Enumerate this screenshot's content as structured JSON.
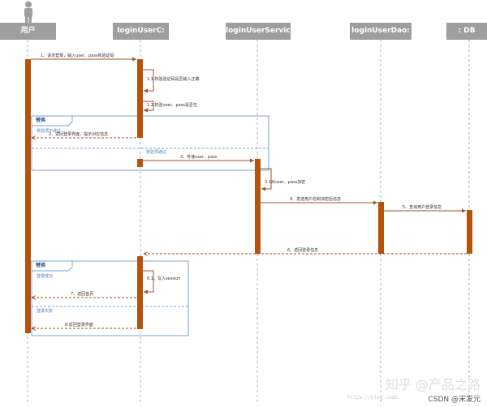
{
  "lifelines": [
    {
      "id": "user",
      "label": "用户"
    },
    {
      "id": "controller",
      "label": "loginUserC:"
    },
    {
      "id": "service",
      "label": "loginUserService:"
    },
    {
      "id": "dao",
      "label": "loginUserDao:"
    },
    {
      "id": "db",
      "label": ": DB"
    }
  ],
  "messages": [
    {
      "id": "m1",
      "label": "1、请求登录，输入user、pass和验证码"
    },
    {
      "id": "m1_1",
      "label": "1.1.校验验证码是否输入正确"
    },
    {
      "id": "m1_2",
      "label": "1.2.校验user、pass是否空"
    },
    {
      "id": "m2",
      "label": "2、返回登录界面，提示对应信息"
    },
    {
      "id": "m3",
      "label": "3、传递user、pass"
    },
    {
      "id": "m3_1",
      "label": "3.1对user、pass加密"
    },
    {
      "id": "m4",
      "label": "4、发送用户名和加密后信息"
    },
    {
      "id": "m5",
      "label": "5、查询用户登录信息"
    },
    {
      "id": "m6",
      "label": "6、返回登录信息"
    },
    {
      "id": "m6_1",
      "label": "6.1、写入session"
    },
    {
      "id": "m7",
      "label": "7、返回首页"
    },
    {
      "id": "m8",
      "label": "8.返回登录界面"
    }
  ],
  "frames": [
    {
      "id": "alt1",
      "tag": "替换",
      "guard_top": "校验项不通过",
      "guard_bottom": "校验项通过"
    },
    {
      "id": "alt2",
      "tag": "替换",
      "guard_top": "登录成功",
      "guard_bottom": "登录失败"
    }
  ],
  "watermark": "知乎 @产品之路",
  "url_text": "https://blog.csdn.",
  "csdn_credit": "CSDN @宋发元",
  "colors": {
    "activation": "#b5530c",
    "header": "#9e9e9e",
    "frame": "#7aa7cf",
    "message": "#a0522d",
    "lifeline": "#b0b0b0"
  }
}
